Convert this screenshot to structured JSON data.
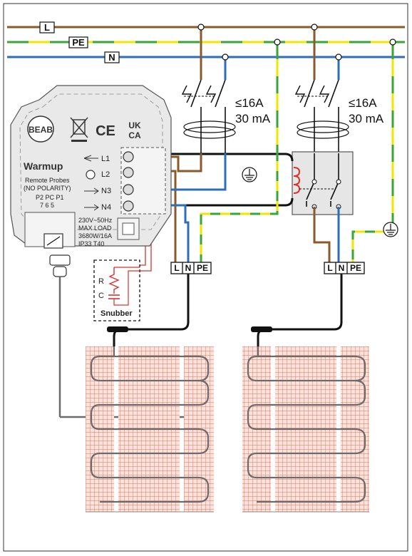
{
  "buses": {
    "live": "L",
    "earth": "PE",
    "neutral": "N"
  },
  "breakers": [
    {
      "rating": "≤16A",
      "rcd": "30 mA"
    },
    {
      "rating": "≤16A",
      "rcd": "30 mA"
    }
  ],
  "thermostat": {
    "cert_mark": "BEAB",
    "ce_mark": "CE",
    "ukca_mark_line1": "UK",
    "ukca_mark_line2": "CA",
    "brand": "Warmup",
    "probe_title": "Remote Probes",
    "probe_note": "(NO POLARITY)",
    "probe_terminals": "P2  PC  P1",
    "probe_numbers": "7    6    5",
    "spec_line1": "230V~50Hz",
    "spec_line2": "MAX LOAD",
    "spec_line3": "3680W/16A",
    "spec_line4": "IP33  T40",
    "terminals": [
      "L1",
      "L2",
      "N3",
      "N4"
    ]
  },
  "snubber": {
    "title": "Snubber",
    "r_label": "R",
    "c_label": "C"
  },
  "terminal_blocks": [
    {
      "labels": [
        "L",
        "N",
        "PE"
      ]
    },
    {
      "labels": [
        "L",
        "N",
        "PE"
      ]
    }
  ],
  "colors": {
    "live": "#8B5A2B",
    "earth_green": "#3aa635",
    "earth_yellow": "#f2e600",
    "neutral": "#2c6fb7",
    "heater_mesh": "#e07a6a",
    "heater_cable": "#6b6b6b",
    "snubber_wire": "#d9332b"
  }
}
